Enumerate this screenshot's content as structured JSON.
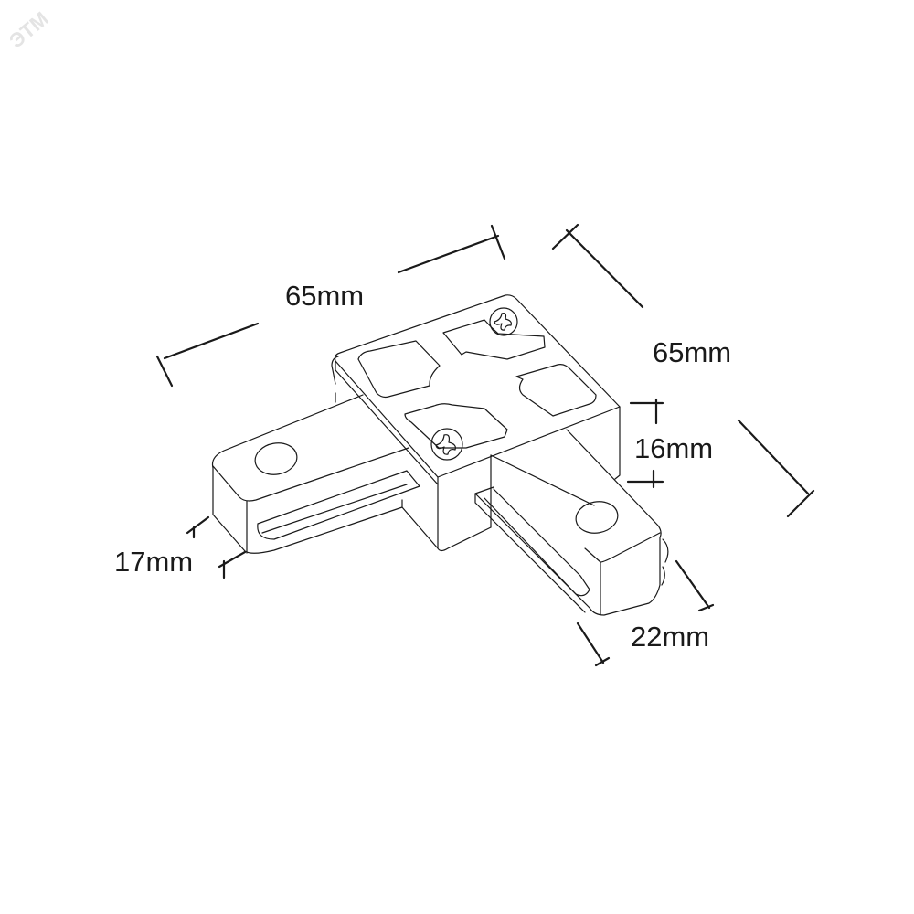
{
  "watermark": "ЭТМ",
  "dimensions": {
    "length_top": "65mm",
    "length_right": "65mm",
    "height": "16mm",
    "arm_height": "17mm",
    "arm_width": "22mm"
  },
  "colors": {
    "line": "#1a1a1a",
    "background": "#ffffff"
  }
}
